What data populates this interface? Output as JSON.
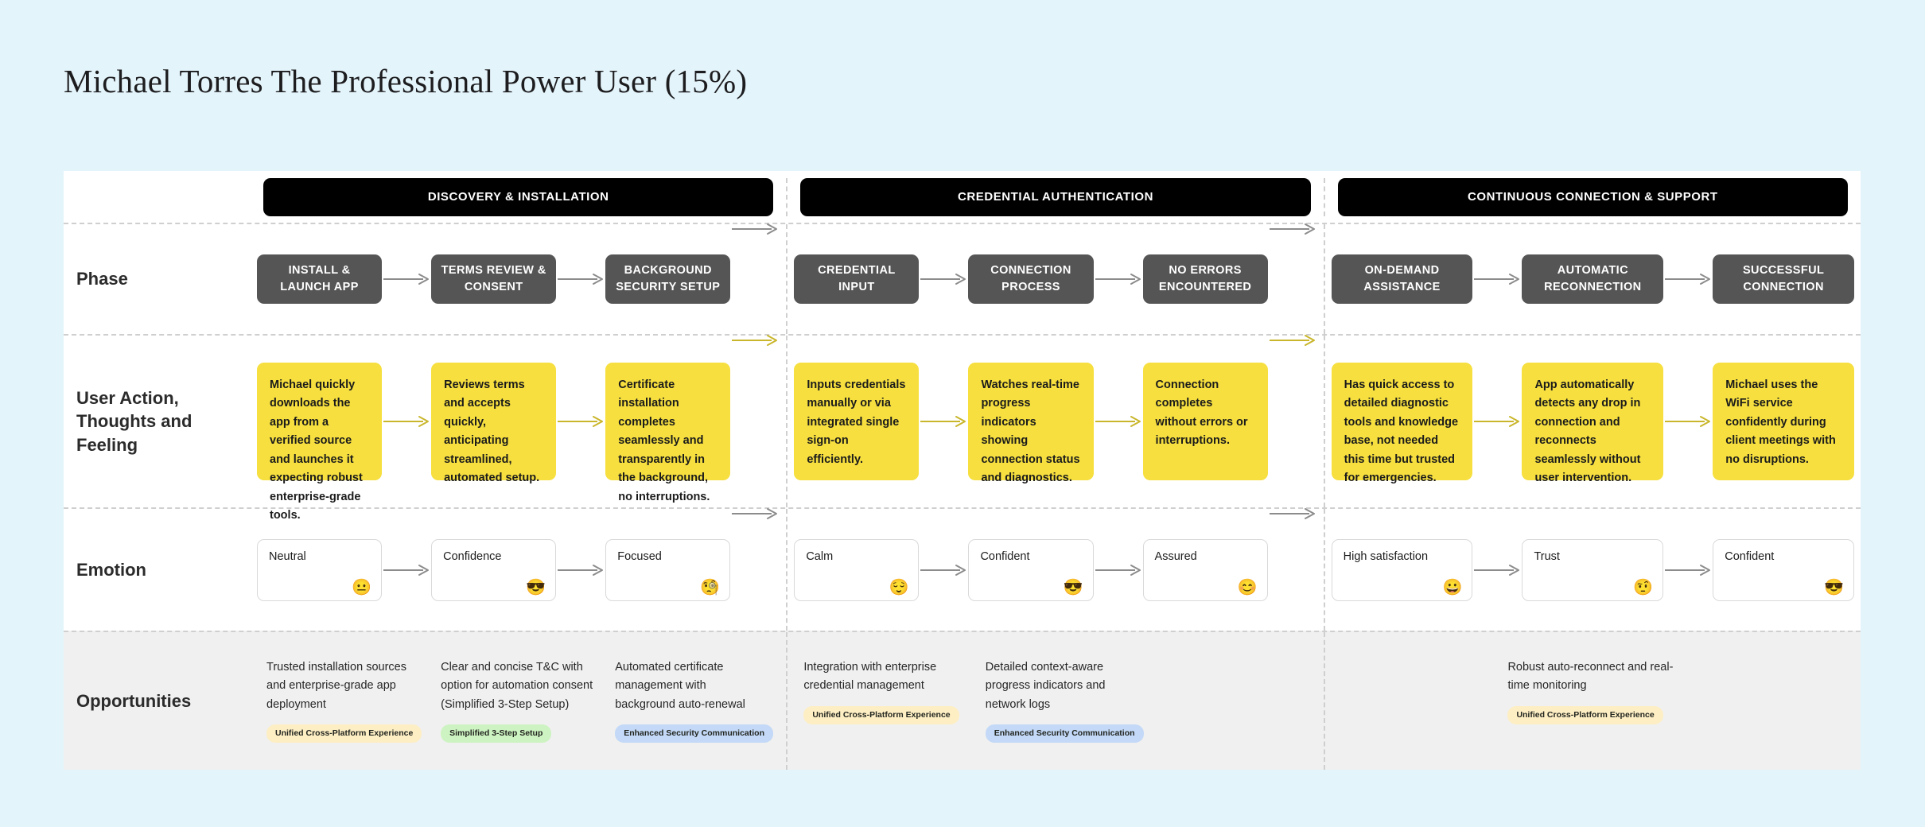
{
  "title": "Michael Torres The Professional Power User (15%)",
  "colors": {
    "background": "#e4f4fb",
    "board": "#ffffff",
    "header_bar": "#000000",
    "phase_box": "#555555",
    "action_card": "#f6df3e",
    "opportunities_row": "#f0f0f0",
    "tag_cream": "#fdeec4",
    "tag_green": "#cdf3c2",
    "tag_blue": "#c3d9f7"
  },
  "row_labels": {
    "phase": "Phase",
    "action": "User Action, Thoughts and Feeling",
    "emotion": "Emotion",
    "opportunities": "Opportunities"
  },
  "sections": [
    {
      "header": "DISCOVERY & INSTALLATION",
      "phases": [
        "INSTALL & LAUNCH APP",
        "TERMS REVIEW & CONSENT",
        "BACKGROUND SECURITY SETUP"
      ],
      "actions": [
        "Michael quickly downloads the app from a verified source and launches it expecting robust enterprise-grade tools.",
        "Reviews terms and accepts quickly, anticipating streamlined, automated setup.",
        "Certificate installation completes seamlessly and transparently in the background, no interruptions."
      ],
      "emotions": [
        {
          "label": "Neutral",
          "emoji": "😐"
        },
        {
          "label": "Confidence",
          "emoji": "😎"
        },
        {
          "label": "Focused",
          "emoji": "🧐"
        }
      ],
      "opportunities": [
        {
          "text": "Trusted installation sources and enterprise-grade app deployment",
          "tag": "Unified Cross-Platform Experience",
          "tag_color": "cream"
        },
        {
          "text": "Clear and concise T&C with option for automation consent (Simplified 3-Step Setup)",
          "tag": "Simplified 3-Step Setup",
          "tag_color": "green"
        },
        {
          "text": "Automated certificate management with background auto-renewal",
          "tag": "Enhanced Security Communication",
          "tag_color": "blue"
        }
      ]
    },
    {
      "header": "CREDENTIAL AUTHENTICATION",
      "phases": [
        "CREDENTIAL INPUT",
        "CONNECTION PROCESS",
        "NO ERRORS ENCOUNTERED"
      ],
      "actions": [
        "Inputs credentials manually or via integrated single sign-on efficiently.",
        "Watches real-time progress indicators showing connection status and diagnostics.",
        "Connection completes without errors or interruptions."
      ],
      "emotions": [
        {
          "label": "Calm",
          "emoji": "😌"
        },
        {
          "label": "Confident",
          "emoji": "😎"
        },
        {
          "label": "Assured",
          "emoji": "😊"
        }
      ],
      "opportunities": [
        {
          "text": "Integration with enterprise credential management",
          "tag": "Unified Cross-Platform Experience",
          "tag_color": "cream"
        },
        {
          "text": "Detailed context-aware progress indicators and network logs",
          "tag": "Enhanced Security Communication",
          "tag_color": "blue"
        },
        {
          "text": "",
          "tag": "",
          "tag_color": ""
        }
      ]
    },
    {
      "header": "CONTINUOUS CONNECTION & SUPPORT",
      "phases": [
        "ON-DEMAND ASSISTANCE",
        "AUTOMATIC RECONNECTION",
        "SUCCESSFUL CONNECTION"
      ],
      "actions": [
        "Has quick access to detailed diagnostic tools and knowledge base, not needed this time but trusted for emergencies.",
        "App automatically detects any drop in connection and reconnects seamlessly without user intervention.",
        "Michael uses the WiFi service confidently during client meetings with no disruptions."
      ],
      "emotions": [
        {
          "label": "High satisfaction",
          "emoji": "😀"
        },
        {
          "label": "Trust",
          "emoji": "🤨"
        },
        {
          "label": "Confident",
          "emoji": "😎"
        }
      ],
      "opportunities": [
        {
          "text": "",
          "tag": "",
          "tag_color": ""
        },
        {
          "text": "Robust auto-reconnect and real-time monitoring",
          "tag": "Unified Cross-Platform Experience",
          "tag_color": "cream"
        },
        {
          "text": "",
          "tag": "",
          "tag_color": ""
        }
      ]
    }
  ]
}
